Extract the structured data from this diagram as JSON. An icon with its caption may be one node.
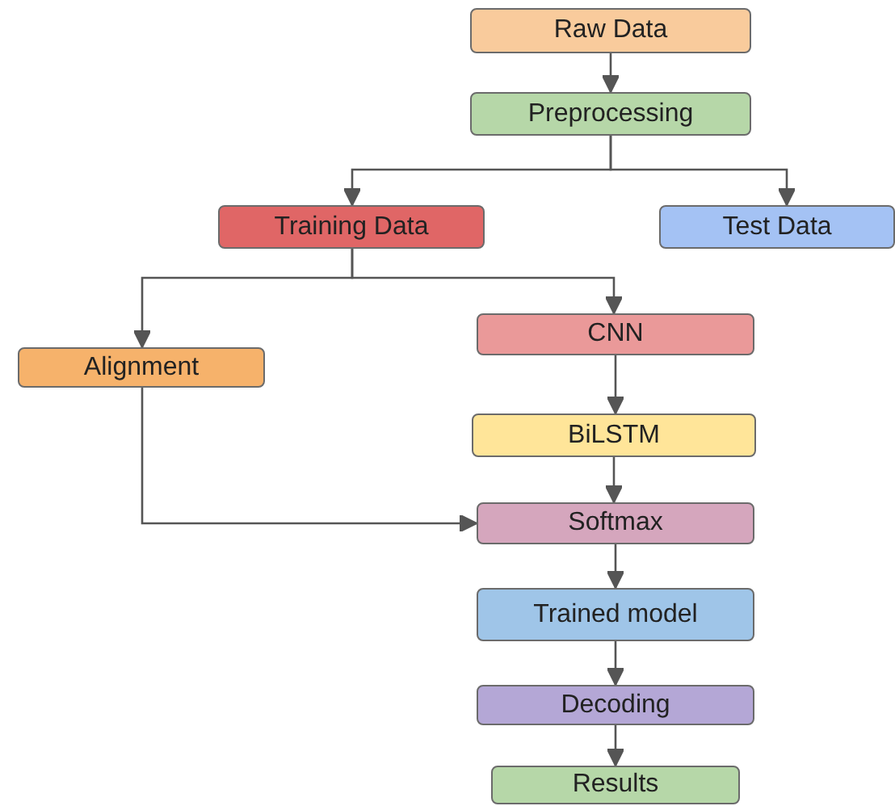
{
  "diagram": {
    "nodes": [
      {
        "text": [
          "Raw Data"
        ]
      },
      {
        "text": [
          "Preprocessing"
        ]
      },
      {
        "text": [
          "Training Data"
        ]
      },
      {
        "text": [
          "Test Data"
        ]
      },
      {
        "text": [
          "Alignment"
        ]
      },
      {
        "text": [
          "CNN"
        ]
      },
      {
        "text": [
          "BiLSTM"
        ]
      },
      {
        "text": [
          "Softmax"
        ]
      },
      {
        "text": [
          "Trained model"
        ]
      },
      {
        "text": [
          "Decoding"
        ]
      },
      {
        "text": [
          "Results"
        ]
      }
    ],
    "edges": [
      {
        "from": 0,
        "to": 1,
        "arrow": "to"
      },
      {
        "from": 1,
        "to": 2,
        "arrow": "to"
      },
      {
        "from": 1,
        "to": 3,
        "arrow": "to"
      },
      {
        "from": 2,
        "to": 4,
        "arrow": "to"
      },
      {
        "from": 2,
        "to": 5,
        "arrow": "to"
      },
      {
        "from": 5,
        "to": 6,
        "arrow": "to"
      },
      {
        "from": 4,
        "to": 7,
        "arrow": "to"
      },
      {
        "from": 6,
        "to": 7,
        "arrow": "to"
      },
      {
        "from": 7,
        "to": 8,
        "arrow": "to"
      },
      {
        "from": 8,
        "to": 9,
        "arrow": "to"
      },
      {
        "from": 9,
        "to": 10,
        "arrow": "to"
      }
    ]
  }
}
